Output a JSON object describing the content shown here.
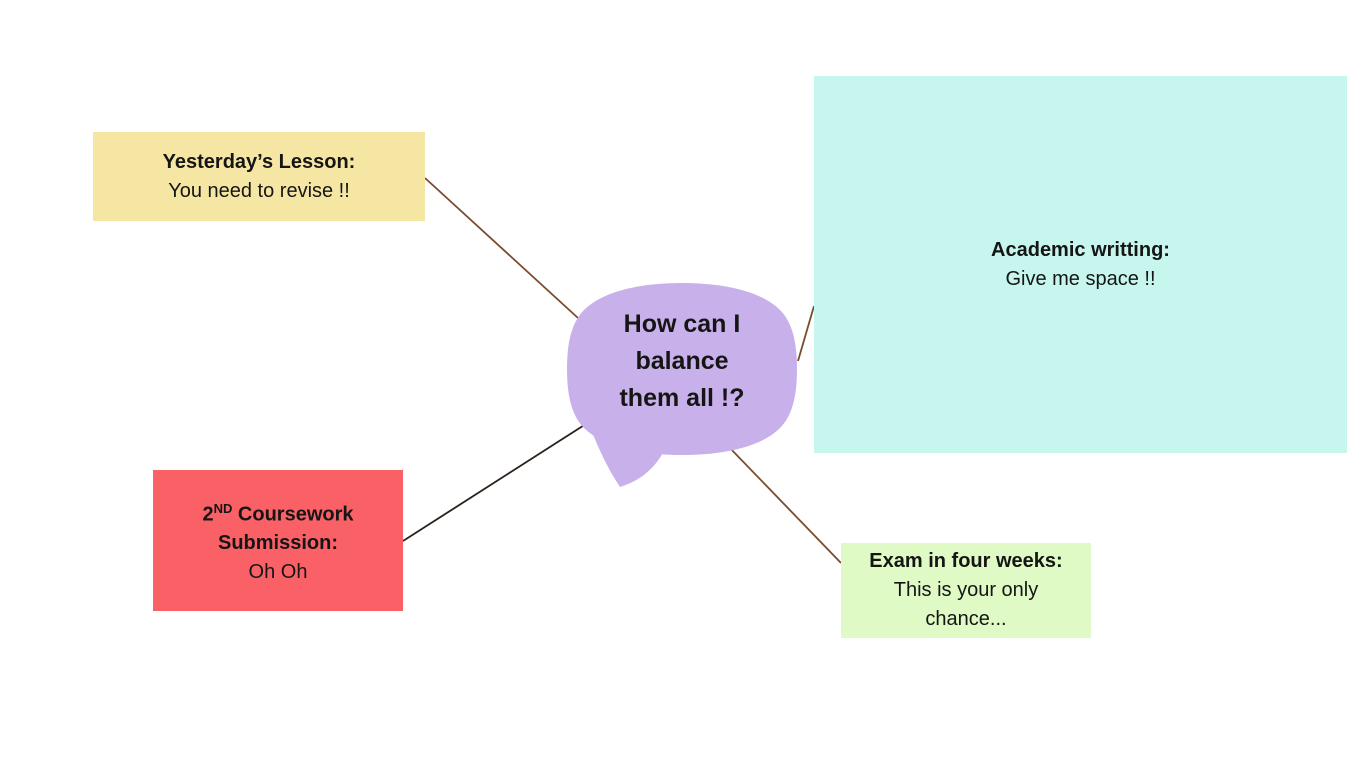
{
  "canvas": {
    "background": "#ffffff",
    "text_color": "#151515"
  },
  "bubble": {
    "fill": "#c8b1ea",
    "lines": [
      "How can I",
      "balance",
      "them all !?"
    ]
  },
  "notes": {
    "yesterday": {
      "title": "Yesterday’s Lesson:",
      "body": "You need to revise !!",
      "fill": "#f5e7a3"
    },
    "coursework": {
      "title_prefix": "2",
      "title_superscript": "ND",
      "title_rest": " Coursework Submission:",
      "body": "Oh Oh",
      "fill": "#f96167"
    },
    "academic": {
      "title": "Academic writting:",
      "body": "Give me space !!",
      "fill": "#c7f6ef"
    },
    "exam": {
      "title": "Exam in four weeks:",
      "body": "This is your only chance...",
      "fill": "#dffac5"
    }
  },
  "connectors": {
    "brown": "#7b4b2e",
    "dark": "#2b211a"
  }
}
